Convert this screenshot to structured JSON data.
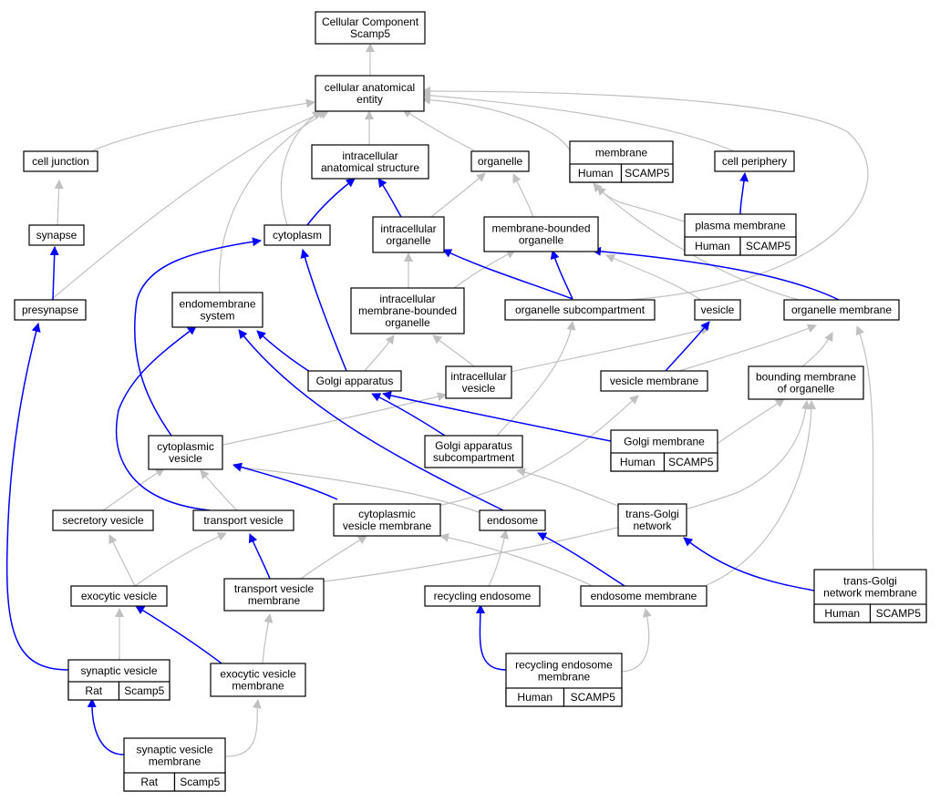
{
  "colors": {
    "human": "#ff6347",
    "rat": "#ffd700",
    "is_a_edge": "#c0c0c0",
    "part_of_edge": "#0000ff"
  },
  "nodes": [
    {
      "id": "root",
      "lines": [
        "Cellular Component",
        "Scamp5"
      ]
    },
    {
      "id": "cae",
      "lines": [
        "cellular anatomical",
        "entity"
      ]
    },
    {
      "id": "cell_junction",
      "lines": [
        "cell junction"
      ]
    },
    {
      "id": "ias",
      "lines": [
        "intracellular",
        "anatomical structure"
      ]
    },
    {
      "id": "organelle",
      "lines": [
        "organelle"
      ]
    },
    {
      "id": "membrane",
      "lines": [
        "membrane"
      ],
      "annotations": [
        {
          "species": "Human",
          "gene": "SCAMP5",
          "color": "human"
        }
      ]
    },
    {
      "id": "cell_periphery",
      "lines": [
        "cell periphery"
      ]
    },
    {
      "id": "synapse",
      "lines": [
        "synapse"
      ]
    },
    {
      "id": "cytoplasm",
      "lines": [
        "cytoplasm"
      ]
    },
    {
      "id": "ic_organelle",
      "lines": [
        "intracellular",
        "organelle"
      ]
    },
    {
      "id": "mb_organelle",
      "lines": [
        "membrane-bounded",
        "organelle"
      ]
    },
    {
      "id": "plasma_membrane",
      "lines": [
        "plasma membrane"
      ],
      "annotations": [
        {
          "species": "Human",
          "gene": "SCAMP5",
          "color": "human"
        }
      ]
    },
    {
      "id": "presynapse",
      "lines": [
        "presynapse"
      ]
    },
    {
      "id": "endomembrane",
      "lines": [
        "endomembrane",
        "system"
      ]
    },
    {
      "id": "ic_mb_organelle",
      "lines": [
        "intracellular",
        "membrane-bounded",
        "organelle"
      ]
    },
    {
      "id": "organelle_subcomp",
      "lines": [
        "organelle subcompartment"
      ]
    },
    {
      "id": "vesicle",
      "lines": [
        "vesicle"
      ]
    },
    {
      "id": "organelle_membrane",
      "lines": [
        "organelle membrane"
      ]
    },
    {
      "id": "golgi",
      "lines": [
        "Golgi apparatus"
      ]
    },
    {
      "id": "ic_vesicle",
      "lines": [
        "intracellular",
        "vesicle"
      ]
    },
    {
      "id": "vesicle_membrane",
      "lines": [
        "vesicle membrane"
      ]
    },
    {
      "id": "bounding_membrane",
      "lines": [
        "bounding membrane",
        "of organelle"
      ]
    },
    {
      "id": "cyto_vesicle",
      "lines": [
        "cytoplasmic",
        "vesicle"
      ]
    },
    {
      "id": "golgi_subcomp",
      "lines": [
        "Golgi apparatus",
        "subcompartment"
      ]
    },
    {
      "id": "golgi_membrane",
      "lines": [
        "Golgi membrane"
      ],
      "annotations": [
        {
          "species": "Human",
          "gene": "SCAMP5",
          "color": "human"
        }
      ]
    },
    {
      "id": "secretory_vesicle",
      "lines": [
        "secretory vesicle"
      ]
    },
    {
      "id": "transport_vesicle",
      "lines": [
        "transport vesicle"
      ]
    },
    {
      "id": "cvm",
      "lines": [
        "cytoplasmic",
        "vesicle membrane"
      ]
    },
    {
      "id": "endosome",
      "lines": [
        "endosome"
      ]
    },
    {
      "id": "tgn",
      "lines": [
        "trans-Golgi",
        "network"
      ]
    },
    {
      "id": "exocytic_vesicle",
      "lines": [
        "exocytic vesicle"
      ]
    },
    {
      "id": "tvm",
      "lines": [
        "transport vesicle",
        "membrane"
      ]
    },
    {
      "id": "recycling_endosome",
      "lines": [
        "recycling endosome"
      ]
    },
    {
      "id": "endosome_membrane",
      "lines": [
        "endosome membrane"
      ]
    },
    {
      "id": "tgn_membrane",
      "lines": [
        "trans-Golgi",
        "network membrane"
      ],
      "annotations": [
        {
          "species": "Human",
          "gene": "SCAMP5",
          "color": "human"
        }
      ]
    },
    {
      "id": "synaptic_vesicle",
      "lines": [
        "synaptic vesicle"
      ],
      "annotations": [
        {
          "species": "Rat",
          "gene": "Scamp5",
          "color": "rat"
        }
      ]
    },
    {
      "id": "evm",
      "lines": [
        "exocytic vesicle",
        "membrane"
      ]
    },
    {
      "id": "rem",
      "lines": [
        "recycling endosome",
        "membrane"
      ],
      "annotations": [
        {
          "species": "Human",
          "gene": "SCAMP5",
          "color": "human"
        }
      ]
    },
    {
      "id": "svm",
      "lines": [
        "synaptic vesicle",
        "membrane"
      ],
      "annotations": [
        {
          "species": "Rat",
          "gene": "Scamp5",
          "color": "rat"
        }
      ]
    }
  ]
}
